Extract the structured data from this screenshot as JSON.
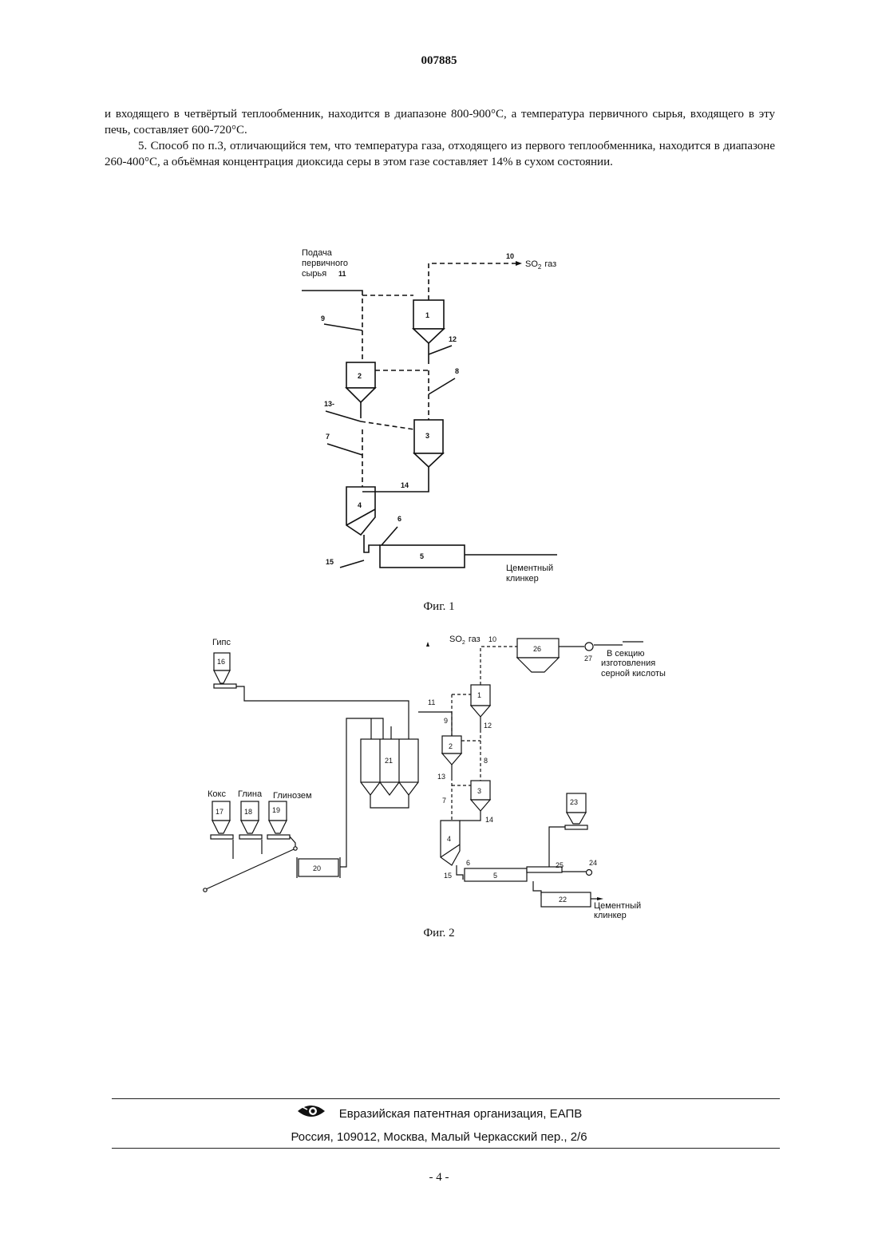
{
  "header": {
    "doc_number": "007885"
  },
  "body": {
    "para1": "и входящего в четвёртый теплообменник, находится в диапазоне 800-900°С, а температура первичного сырья, входящего в эту печь, составляет 600-720°С.",
    "para2": "5. Способ по п.3, отличающийся тем, что температура газа, отходящего из первого теплообменника, находится в диапазоне 260-400°С, а объёмная концентрация диоксида серы в этом газе составляет 14% в сухом состоянии."
  },
  "fig1": {
    "caption": "Фиг. 1",
    "feed_label": [
      "Подача",
      "первичного",
      "сырья"
    ],
    "so2_gas_prefix": "SO",
    "so2_gas_sub": "2",
    "so2_gas_suffix": "газ",
    "clinker_label": [
      "Цементный",
      "клинкер"
    ],
    "n1": "1",
    "n2": "2",
    "n3": "3",
    "n4": "4",
    "n5": "5",
    "n6": "6",
    "n7": "7",
    "n8": "8",
    "n9": "9",
    "n10": "10",
    "n11": "11",
    "n12": "12",
    "n13": "13-",
    "n14": "14",
    "n15": "15"
  },
  "fig2": {
    "caption": "Фиг. 2",
    "gypsum_label": "Гипс",
    "coke_label": "Кокс",
    "clay_label": "Глина",
    "alumina_label": "Глинозем",
    "so2_gas_prefix": "SO",
    "so2_gas_sub": "2",
    "so2_gas_suffix": "газ",
    "acid_label": [
      "В секцию",
      "изготовления",
      "серной кислоты"
    ],
    "clinker_label": [
      "Цементный",
      "клинкер"
    ],
    "n1": "1",
    "n2": "2",
    "n3": "3",
    "n4": "4",
    "n5": "5",
    "n6": "6",
    "n7": "7",
    "n8": "8",
    "n9": "9",
    "n10": "10",
    "n11": "11",
    "n12": "12",
    "n13": "13",
    "n14": "14",
    "n15": "15",
    "n16": "16",
    "n17": "17",
    "n18": "18",
    "n19": "19",
    "n20": "20",
    "n21": "21",
    "n22": "22",
    "n23": "23",
    "n24": "24",
    "n25": "25",
    "n26": "26",
    "n27": "27"
  },
  "footer": {
    "org": "Евразийская патентная организация, ЕАПВ",
    "address": "Россия, 109012, Москва, Малый Черкасский пер., 2/6",
    "page_number": "- 4 -"
  }
}
